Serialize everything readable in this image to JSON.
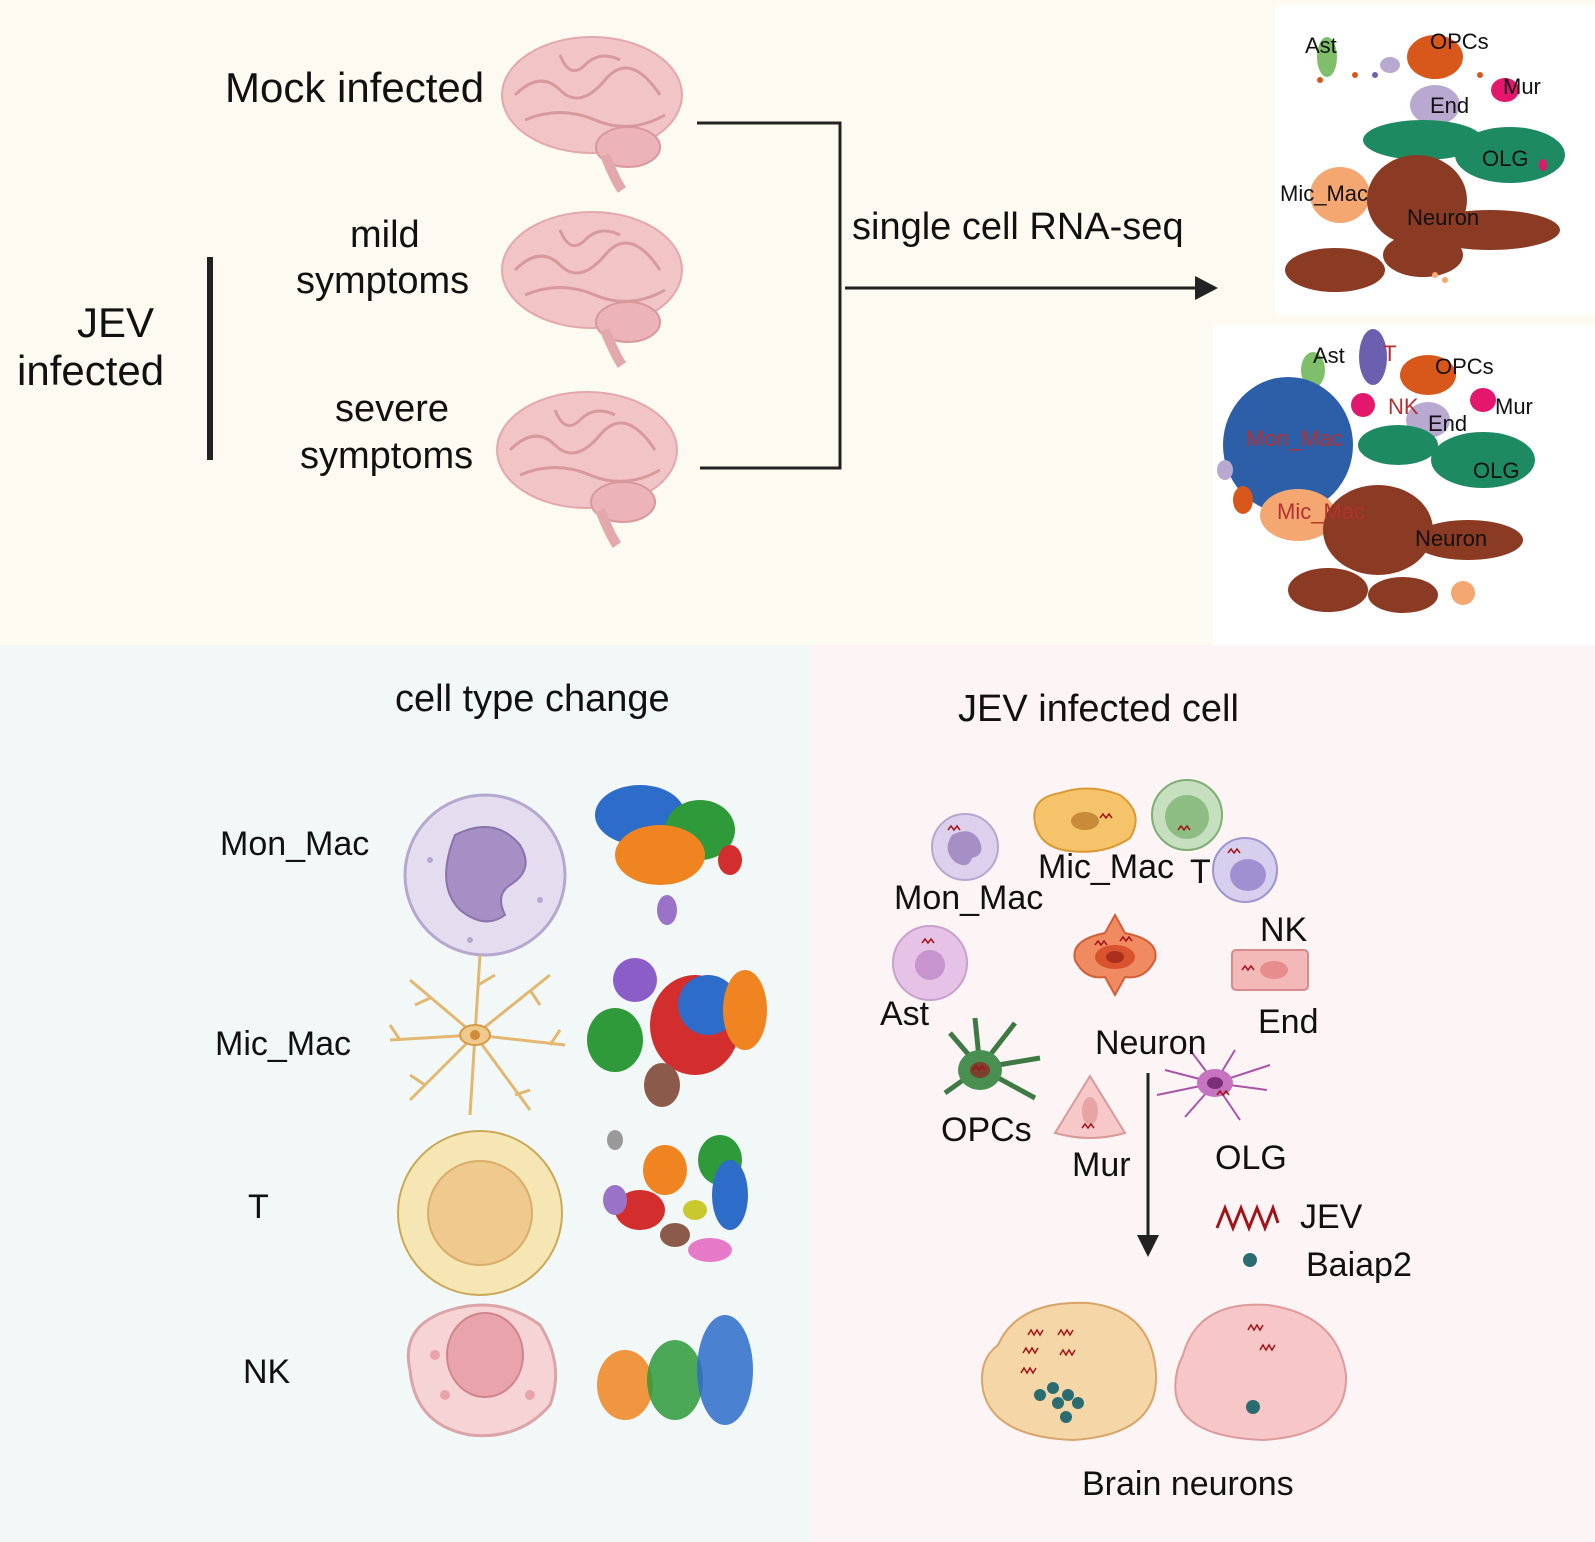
{
  "top": {
    "mock_label": "Mock infected",
    "jev_label_line1": "JEV",
    "jev_label_line2": "infected",
    "mild_line1": "mild",
    "mild_line2": "symptoms",
    "severe_line1": "severe",
    "severe_line2": "symptoms",
    "method_label": "single cell RNA-seq",
    "umap_mock_labels": [
      "Ast",
      "OPCs",
      "Mur",
      "End",
      "OLG",
      "Mic_Mac",
      "Neuron"
    ],
    "umap_jev_labels": [
      "Ast",
      "T",
      "OPCs",
      "Mur",
      "NK",
      "End",
      "Mon_Mac",
      "OLG",
      "Mic_Mac",
      "Neuron"
    ]
  },
  "bottom_left": {
    "title": "cell type change",
    "cells": [
      "Mon_Mac",
      "Mic_Mac",
      "T",
      "NK"
    ]
  },
  "bottom_right": {
    "title": "JEV infected cell",
    "cell_labels": [
      "Mic_Mac",
      "T",
      "Mon_Mac",
      "NK",
      "Ast",
      "Neuron",
      "End",
      "OPCs",
      "Mur",
      "OLG"
    ],
    "legend": [
      "JEV",
      "Baiap2"
    ],
    "bottom_label": "Brain neurons"
  },
  "colors": {
    "brain": "#f1c4c6",
    "ast": "#7fbf6a",
    "opcs": "#d8581b",
    "mur": "#e3186c",
    "end": "#b9a9d1",
    "olg": "#1e8a62",
    "mic_mac": "#f5a772",
    "neuron": "#8b3a23",
    "mon_mac": "#2d5fa8",
    "t": "#6d5fb0",
    "jev": "#a0151a",
    "baiap2": "#2b6b72"
  }
}
